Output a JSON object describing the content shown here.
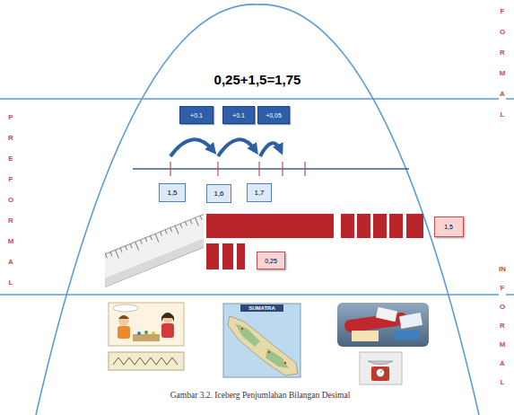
{
  "diagram": {
    "caption": "Gambar 3.2. Iceberg Penjumlahan Bilangan Desimal",
    "nodes": [
      {
        "text": [
          "+0.1"
        ]
      },
      {
        "text": [
          "+0.1"
        ]
      },
      {
        "text": [
          "+0,05"
        ]
      },
      {
        "text": [
          "1,5"
        ]
      },
      {
        "text": [
          "1,6"
        ]
      },
      {
        "text": [
          "1,7"
        ]
      },
      {
        "text": [
          "1,5"
        ]
      },
      {
        "text": [
          "0,25"
        ]
      }
    ],
    "labels": [
      "FORMAL",
      "0,25+1,5=1,75",
      "PREFORMAL",
      "SUMATRA",
      "INFORMAL"
    ]
  }
}
